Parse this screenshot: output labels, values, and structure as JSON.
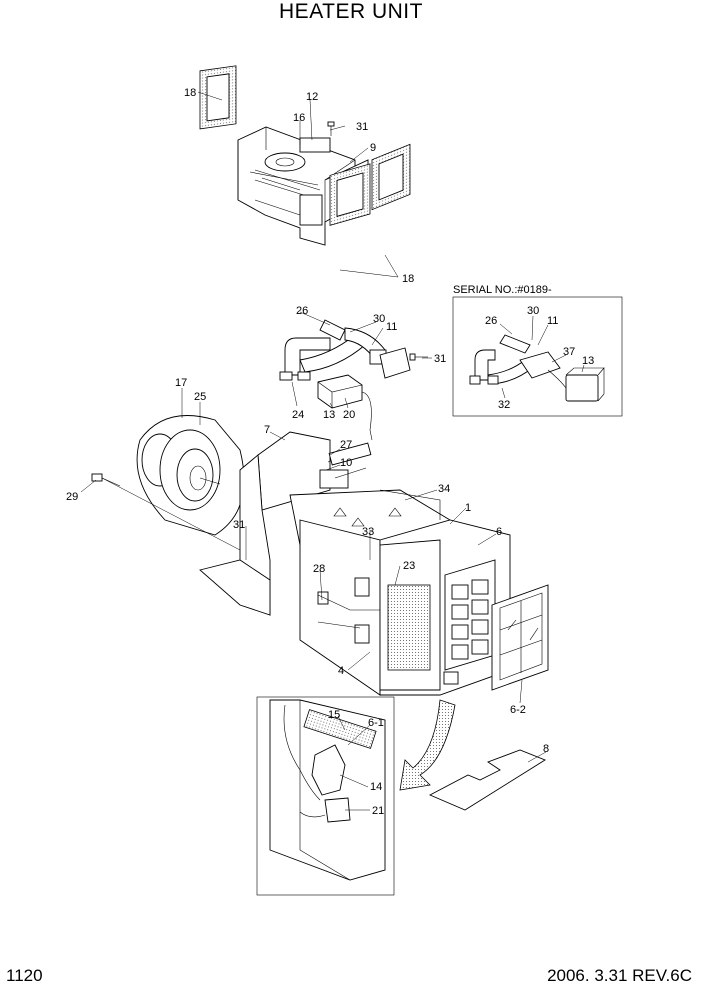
{
  "title": "HEATER UNIT",
  "page_number": "1120",
  "revision": "2006. 3.31  REV.6C",
  "serial_note": "SERIAL NO.:#0189-",
  "callouts": [
    "18",
    "12",
    "16",
    "31",
    "9",
    "18",
    "26",
    "30",
    "11",
    "31",
    "24",
    "13",
    "20",
    "17",
    "25",
    "7",
    "27",
    "10",
    "29",
    "31",
    "34",
    "1",
    "33",
    "23",
    "6",
    "28",
    "4",
    "6-2",
    "15",
    "6-1",
    "14",
    "21",
    "8",
    "26",
    "30",
    "11",
    "37",
    "13",
    "32"
  ]
}
